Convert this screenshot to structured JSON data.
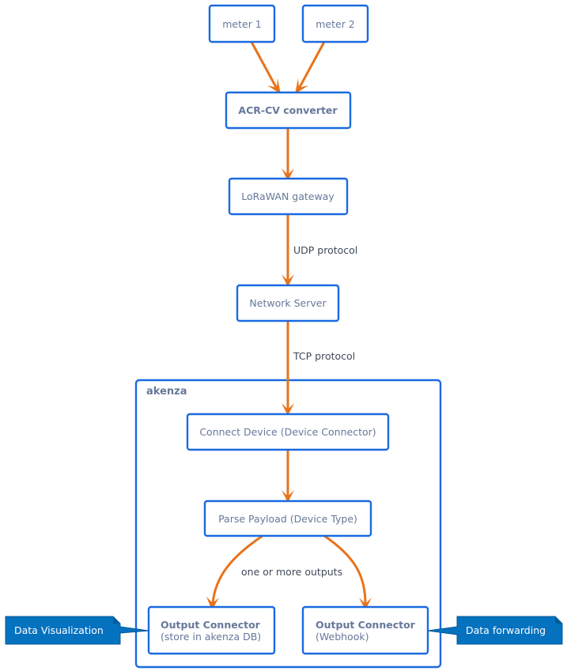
{
  "nodes": {
    "meter1": "meter 1",
    "meter2": "meter 2",
    "converter": "ACR-CV converter",
    "gateway": "LoRaWAN gateway",
    "network_server": "Network Server",
    "connect_device": "Connect Device (Device Connector)",
    "parse_payload": "Parse Payload (Device Type)",
    "output_db": {
      "title": "Output Connector",
      "subtitle": "(store in akenza DB)"
    },
    "output_webhook": {
      "title": "Output Connector",
      "subtitle": "(Webhook)"
    }
  },
  "group": {
    "label": "akenza"
  },
  "edges": {
    "udp": "UDP protocol",
    "tcp": "TCP protocol",
    "outputs": "one or more outputs"
  },
  "notes": {
    "visualization": "Data Visualization",
    "forwarding": "Data forwarding"
  },
  "colors": {
    "node_border": "#1a6ae0",
    "node_text": "#66789a",
    "arrow": "#e8731a",
    "note_fill": "#0572bf"
  }
}
